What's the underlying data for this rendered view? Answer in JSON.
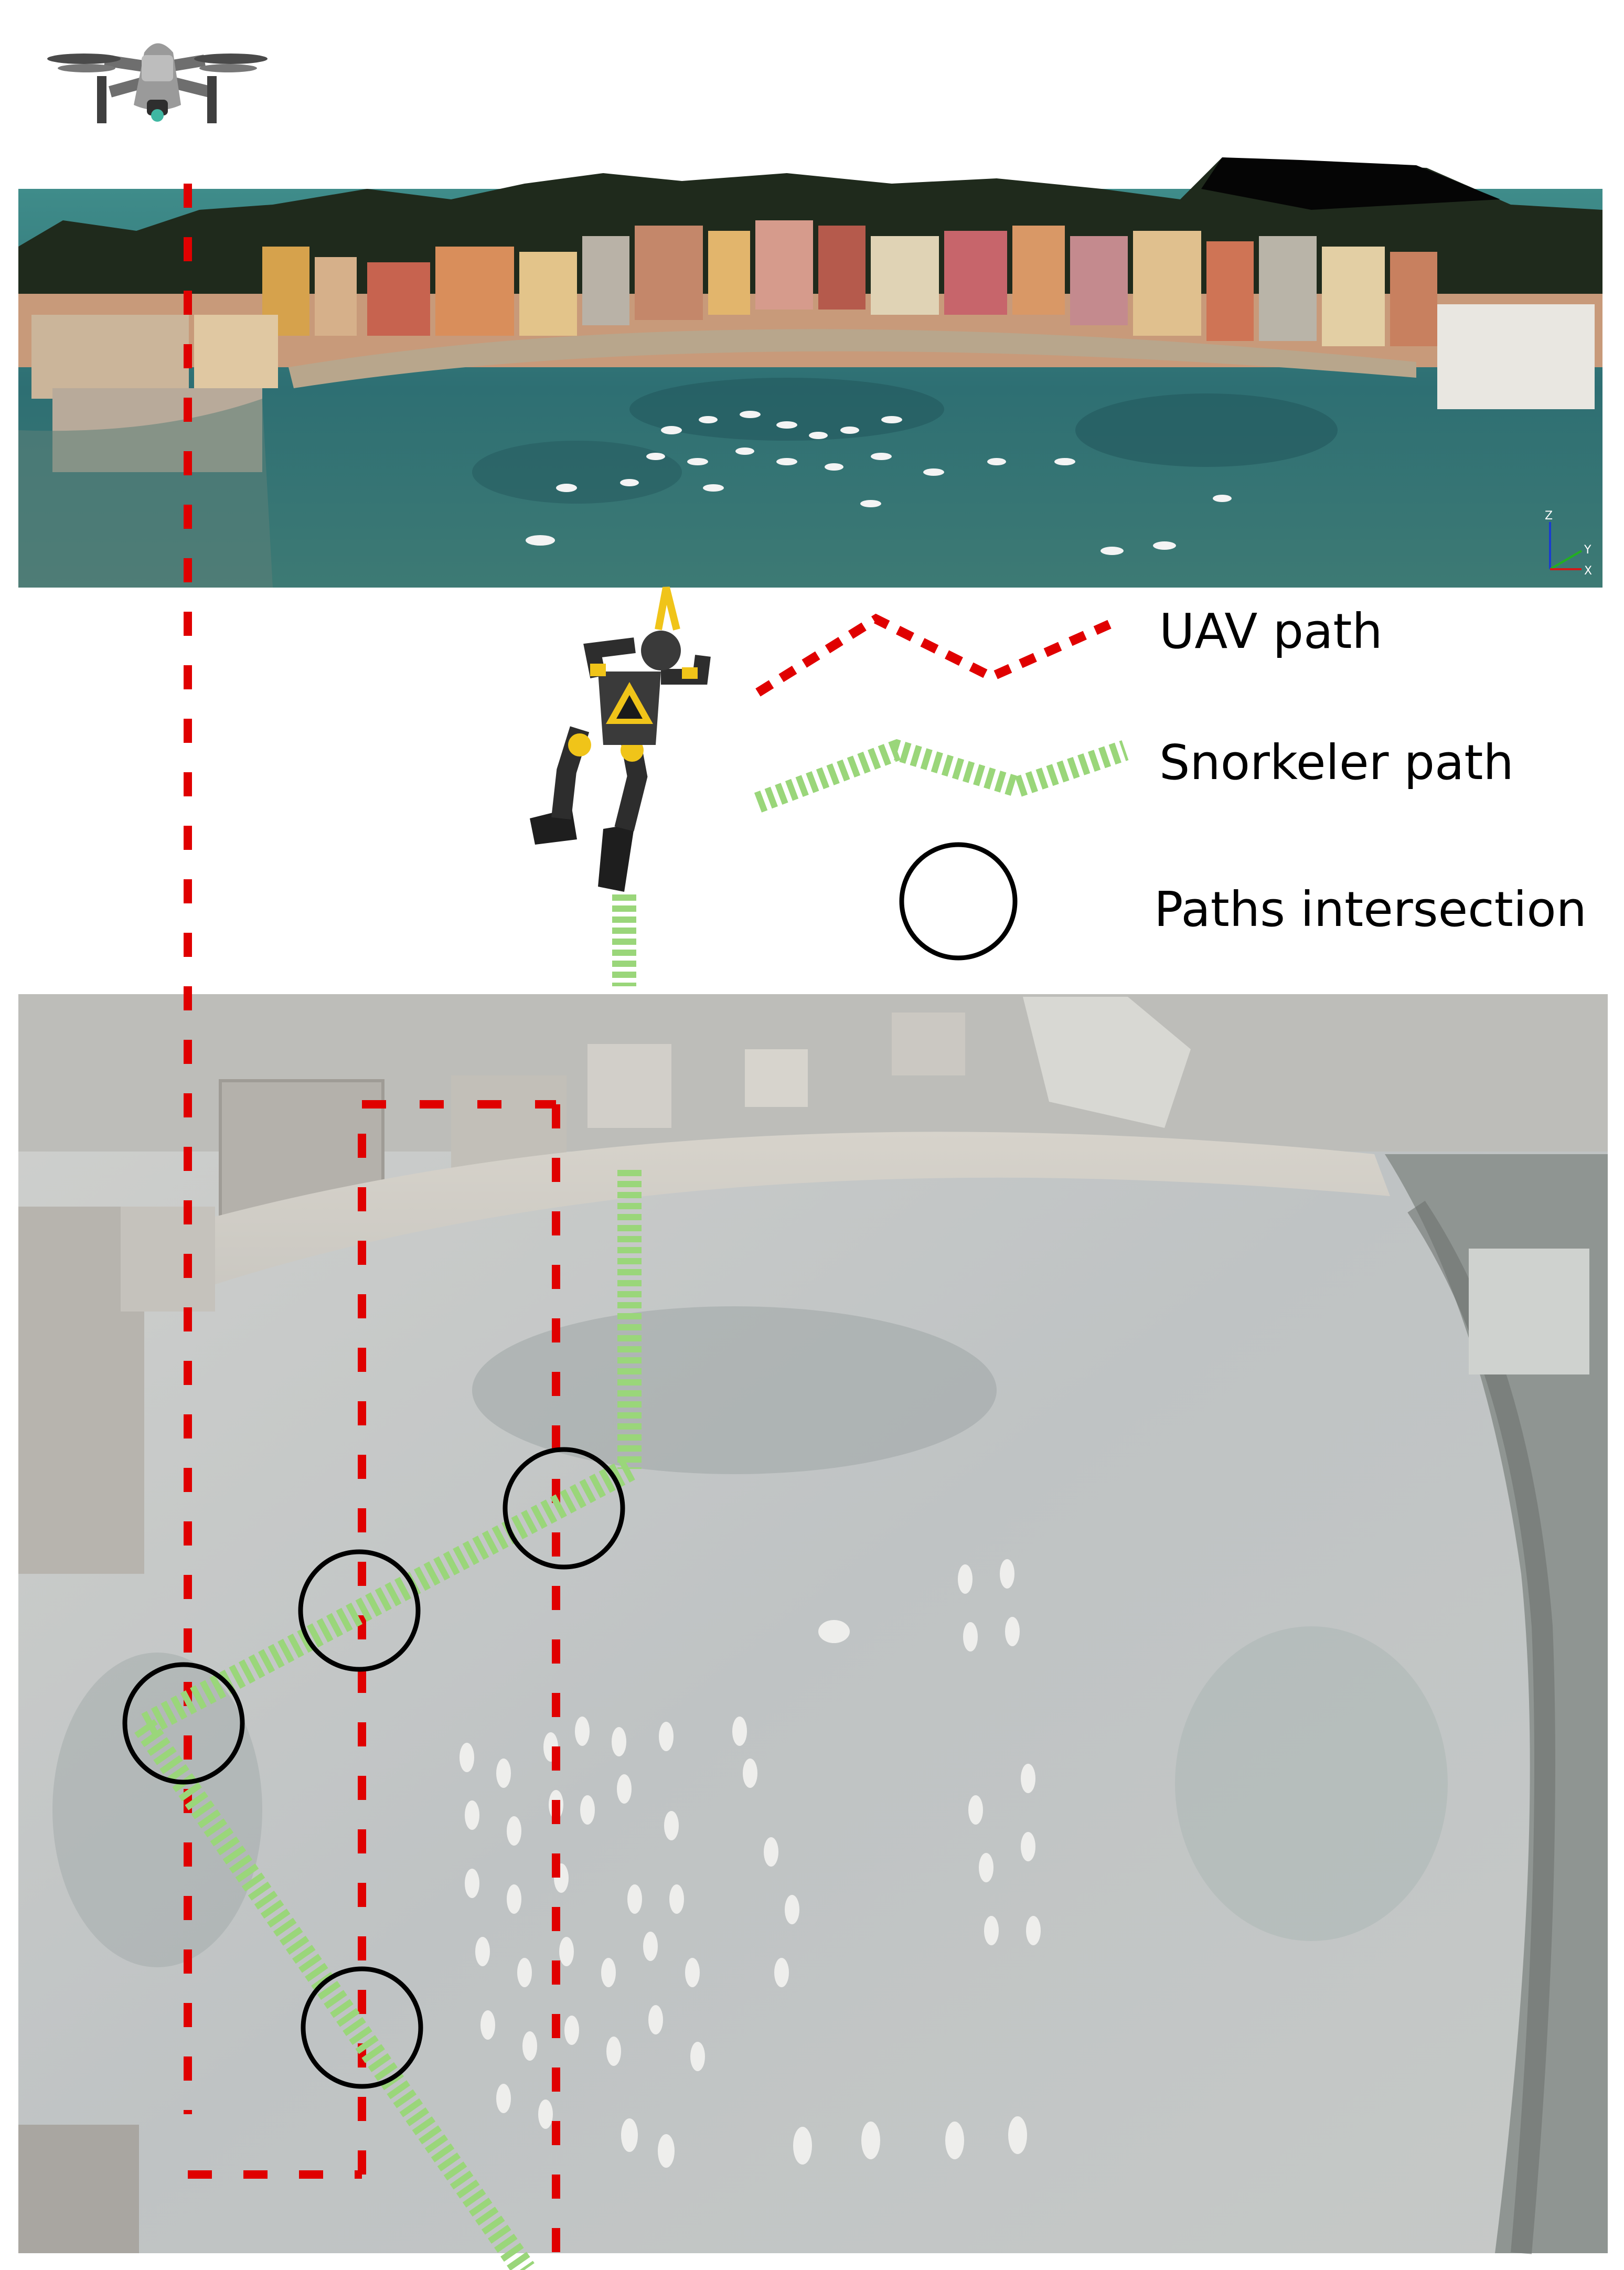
{
  "legend": {
    "uav_label": "UAV path",
    "snorkeler_label": "Snorkeler path",
    "intersection_label": "Paths intersection"
  },
  "colors": {
    "uav_path": "#e00000",
    "snorkeler_path": "#9ad67a",
    "intersection_circle": "#000000",
    "sea_panorama": "#2f6f72",
    "aerial_map": "#c9cbc8"
  },
  "icons": {
    "drone": "drone-icon",
    "snorkeler": "snorkeler-icon",
    "axes": "xyz-axes-icon"
  },
  "axes_labels": {
    "z": "Z",
    "y": "Y",
    "x": "X"
  }
}
